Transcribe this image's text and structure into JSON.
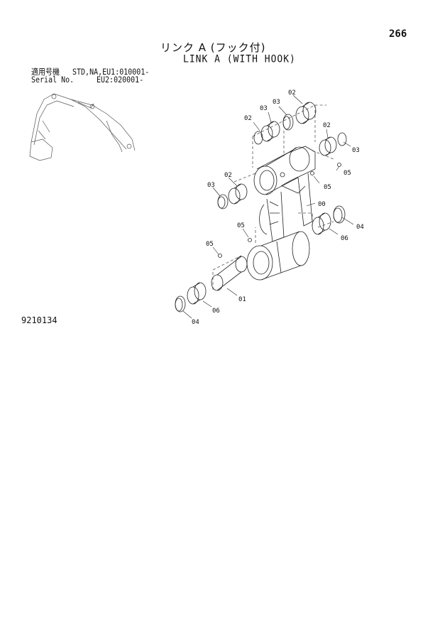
{
  "page_number": "266",
  "title_jp": "リンク A (フック付)",
  "title_en": "LINK A (WITH HOOK)",
  "serial": {
    "label_jp": "適用号機",
    "models": "STD,NA,EU1:010001-",
    "label_en": "Serial No.",
    "eu2": "EU2:020001-"
  },
  "drawing_number": "9210134",
  "callouts": {
    "c_02a": "02",
    "c_03a": "03",
    "c_02b": "02",
    "c_03b": "03",
    "c_02c": "02",
    "c_03c": "03",
    "c_05a": "05",
    "c_05b": "05",
    "c_00": "00",
    "c_02d": "02",
    "c_03d": "03",
    "c_04a": "04",
    "c_06a": "06",
    "c_05c": "05",
    "c_05d": "05",
    "c_01": "01",
    "c_06b": "06",
    "c_04b": "04"
  }
}
